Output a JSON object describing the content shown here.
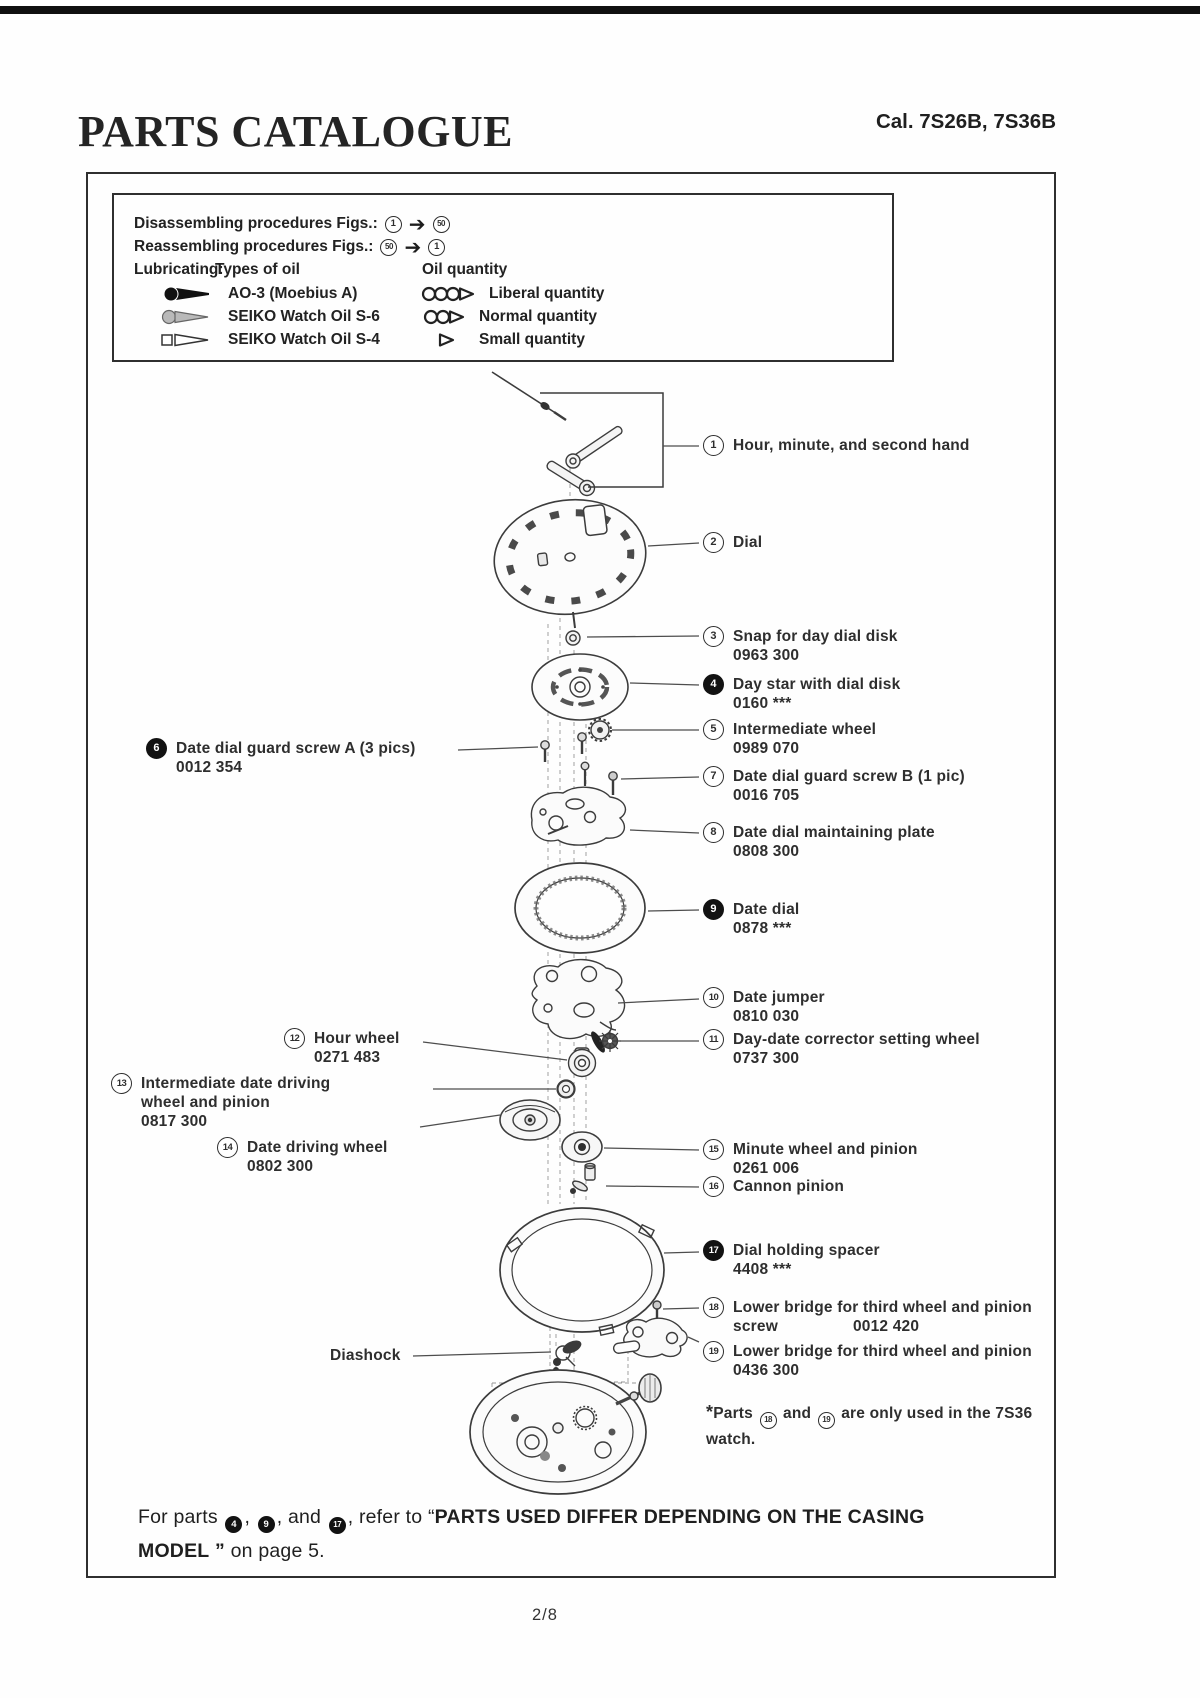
{
  "page": {
    "title": "PARTS CATALOGUE",
    "caliber": "Cal. 7S26B, 7S36B",
    "page_number": "2/8"
  },
  "legend": {
    "disassembling": {
      "label": "Disassembling procedures Figs.:",
      "from": "1",
      "to": "50"
    },
    "reassembling": {
      "label": "Reassembling procedures Figs.:",
      "from": "50",
      "to": "1"
    },
    "lubricating_label": "Lubricating:",
    "types_of_oil_label": "Types of oil",
    "oil_quantity_label": "Oil quantity",
    "oil_types": [
      {
        "icon": "black-oiler",
        "name": "AO-3 (Moebius A)"
      },
      {
        "icon": "gray-oiler",
        "name": "SEIKO Watch Oil S-6"
      },
      {
        "icon": "white-oiler",
        "name": "SEIKO Watch Oil S-4"
      }
    ],
    "oil_quantities": [
      {
        "icon": "three-drops",
        "name": "Liberal quantity"
      },
      {
        "icon": "two-drops",
        "name": "Normal quantity"
      },
      {
        "icon": "one-drop",
        "name": "Small quantity"
      }
    ]
  },
  "parts": [
    {
      "num": "1",
      "filled": false,
      "name": "Hour, minute, and second hand",
      "code": ""
    },
    {
      "num": "2",
      "filled": false,
      "name": "Dial",
      "code": ""
    },
    {
      "num": "3",
      "filled": false,
      "name": "Snap for day dial disk",
      "code": "0963 300"
    },
    {
      "num": "4",
      "filled": true,
      "name": "Day star with dial disk",
      "code": "0160 ***"
    },
    {
      "num": "5",
      "filled": false,
      "name": "Intermediate wheel",
      "code": "0989 070"
    },
    {
      "num": "6",
      "filled": true,
      "name": "Date dial guard screw A (3 pics)",
      "code": "0012 354"
    },
    {
      "num": "7",
      "filled": false,
      "name": "Date dial guard screw B (1 pic)",
      "code": "0016 705"
    },
    {
      "num": "8",
      "filled": false,
      "name": "Date dial maintaining plate",
      "code": "0808 300"
    },
    {
      "num": "9",
      "filled": true,
      "name": "Date dial",
      "code": "0878 ***"
    },
    {
      "num": "10",
      "filled": false,
      "name": "Date jumper",
      "code": "0810 030"
    },
    {
      "num": "11",
      "filled": false,
      "name": "Day-date corrector setting wheel",
      "code": "0737 300"
    },
    {
      "num": "12",
      "filled": false,
      "name": "Hour wheel",
      "code": "0271 483"
    },
    {
      "num": "13",
      "filled": false,
      "name": "Intermediate date driving wheel and pinion",
      "code": "0817 300"
    },
    {
      "num": "14",
      "filled": false,
      "name": "Date driving wheel",
      "code": "0802 300"
    },
    {
      "num": "15",
      "filled": false,
      "name": "Minute wheel and pinion",
      "code": "0261 006"
    },
    {
      "num": "16",
      "filled": false,
      "name": "Cannon pinion",
      "code": ""
    },
    {
      "num": "17",
      "filled": true,
      "name": "Dial holding spacer",
      "code": "4408 ***"
    },
    {
      "num": "18",
      "filled": false,
      "name": "Lower bridge for third wheel and pinion screw",
      "code": "0012 420"
    },
    {
      "num": "19",
      "filled": false,
      "name": "Lower bridge for third wheel and pinion",
      "code": "0436 300"
    }
  ],
  "diagram": {
    "diashock_label": "Diashock"
  },
  "note": {
    "star": "*",
    "text_before": "Parts",
    "ref1": "18",
    "text_mid": "and",
    "ref2": "19",
    "text_after": "are only used in the 7S36 watch."
  },
  "footer": {
    "text_1": "For parts",
    "ref1": "4",
    "comma_1": ",",
    "ref2": "9",
    "text_2": ", and",
    "ref3": "17",
    "text_3": ", refer to",
    "quote_open": "“",
    "bold_text": "PARTS USED DIFFER DEPENDING ON THE CASING MODEL",
    "quote_close": "”",
    "text_4": "on page 5."
  }
}
